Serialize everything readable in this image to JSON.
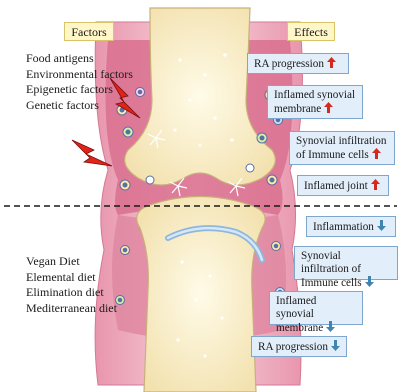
{
  "headers": {
    "factors": "Factors",
    "effects": "Effects"
  },
  "factors_top": [
    "Food antigens",
    "Environmental factors",
    "Epigenetic factors",
    "Genetic factors"
  ],
  "factors_bottom": [
    "Vegan Diet",
    "Elemental diet",
    "Elimination diet",
    "Mediterranean diet"
  ],
  "effects_top": [
    {
      "text": "RA progression",
      "dir": "up"
    },
    {
      "text": "Inflamed synovial membrane",
      "dir": "up"
    },
    {
      "text": "Synovial infiltration of Immune cells",
      "dir": "up"
    },
    {
      "text": "Inflamed joint",
      "dir": "up"
    }
  ],
  "effects_bottom": [
    {
      "text": "Inflammation",
      "dir": "down"
    },
    {
      "text": "Synovial infiltration of Immune cells",
      "dir": "down"
    },
    {
      "text": "Inflamed synovial membrane",
      "dir": "down"
    },
    {
      "text": "RA progression",
      "dir": "down"
    }
  ],
  "colors": {
    "up_arrow": "#d42a1e",
    "down_arrow": "#3e86b0",
    "synovium": "#d9708f",
    "capsule": "#f3c9d2",
    "bone": "#fbf0cf",
    "cartilage": "#bcd9f0",
    "lightning": "#e2231a"
  }
}
